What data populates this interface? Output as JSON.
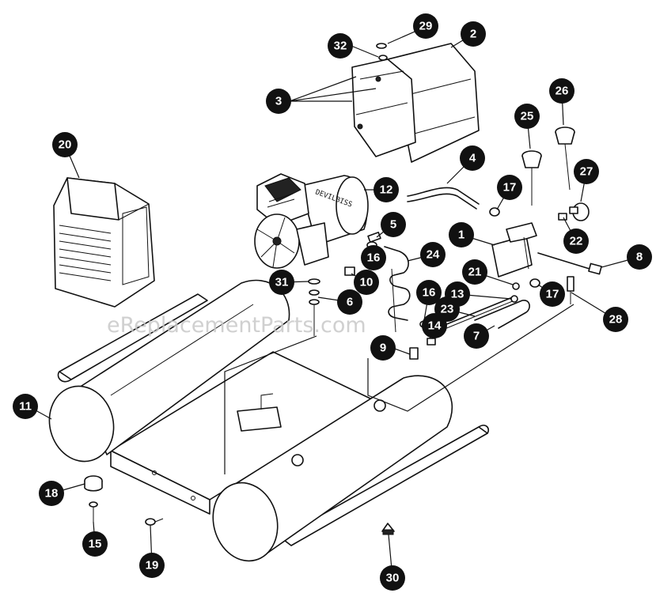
{
  "watermark": "eReplacementParts.com",
  "motor_label": "DEVILBISS",
  "callouts": [
    {
      "id": "c1",
      "label": "1"
    },
    {
      "id": "c2",
      "label": "2"
    },
    {
      "id": "c3",
      "label": "3"
    },
    {
      "id": "c4",
      "label": "4"
    },
    {
      "id": "c5",
      "label": "5"
    },
    {
      "id": "c6",
      "label": "6"
    },
    {
      "id": "c7",
      "label": "7"
    },
    {
      "id": "c8",
      "label": "8"
    },
    {
      "id": "c9",
      "label": "9"
    },
    {
      "id": "c10",
      "label": "10"
    },
    {
      "id": "c11",
      "label": "11"
    },
    {
      "id": "c12",
      "label": "12"
    },
    {
      "id": "c13",
      "label": "13"
    },
    {
      "id": "c14",
      "label": "14"
    },
    {
      "id": "c15",
      "label": "15"
    },
    {
      "id": "c16a",
      "label": "16"
    },
    {
      "id": "c16b",
      "label": "16"
    },
    {
      "id": "c17a",
      "label": "17"
    },
    {
      "id": "c17b",
      "label": "17"
    },
    {
      "id": "c18",
      "label": "18"
    },
    {
      "id": "c19",
      "label": "19"
    },
    {
      "id": "c20",
      "label": "20"
    },
    {
      "id": "c21",
      "label": "21"
    },
    {
      "id": "c22",
      "label": "22"
    },
    {
      "id": "c23",
      "label": "23"
    },
    {
      "id": "c24",
      "label": "24"
    },
    {
      "id": "c25",
      "label": "25"
    },
    {
      "id": "c26",
      "label": "26"
    },
    {
      "id": "c27",
      "label": "27"
    },
    {
      "id": "c28",
      "label": "28"
    },
    {
      "id": "c29",
      "label": "29"
    },
    {
      "id": "c30",
      "label": "30"
    },
    {
      "id": "c31",
      "label": "31"
    },
    {
      "id": "c32",
      "label": "32"
    }
  ]
}
